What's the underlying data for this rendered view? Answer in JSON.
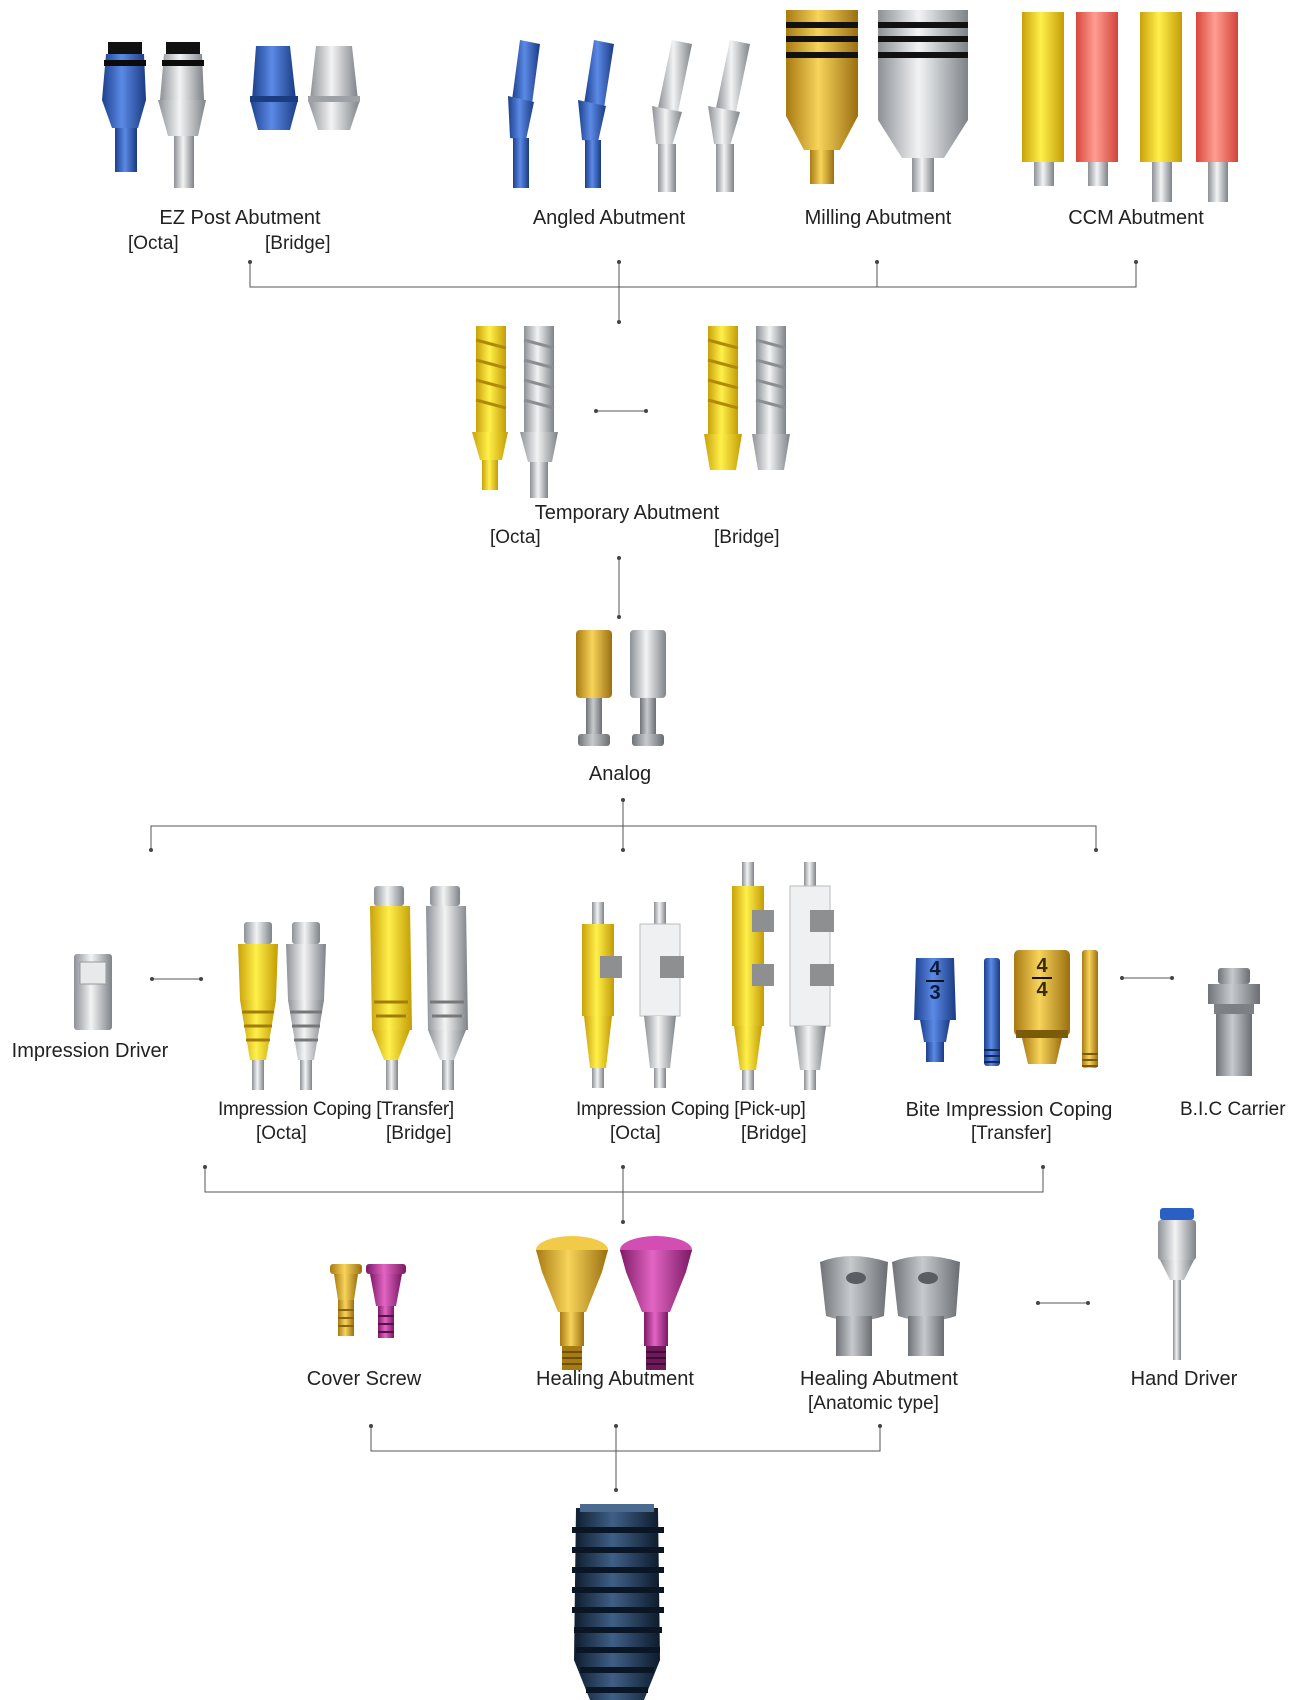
{
  "labels": {
    "ez_post": "EZ Post Abutment",
    "ez_octa": "[Octa]",
    "ez_bridge": "[Bridge]",
    "angled": "Angled Abutment",
    "milling": "Milling Abutment",
    "ccm": "CCM Abutment",
    "temporary": "Temporary Abutment",
    "temp_octa": "[Octa]",
    "temp_bridge": "[Bridge]",
    "analog": "Analog",
    "impression_driver": "Impression Driver",
    "ic_transfer": "Impression Coping [Transfer]",
    "ic_transfer_octa": "[Octa]",
    "ic_transfer_bridge": "[Bridge]",
    "ic_pickup": "Impression Coping [Pick-up]",
    "ic_pickup_octa": "[Octa]",
    "ic_pickup_bridge": "[Bridge]",
    "bite": "Bite Impression Coping",
    "bite_sub": "[Transfer]",
    "bic": "B.I.C Carrier",
    "cover": "Cover Screw",
    "healing": "Healing Abutment",
    "healing_anat": "Healing Abutment",
    "healing_anat_sub": "[Anatomic type]",
    "hand_driver": "Hand Driver",
    "bite_mark_1_top": "4",
    "bite_mark_1_bottom": "3",
    "bite_mark_2_top": "4",
    "bite_mark_2_bottom": "4"
  },
  "colors": {
    "blue": "#2a5fc4",
    "silver": "#c9cccf",
    "gold": "#e2b62a",
    "yellow": "#f2d21a",
    "coral": "#ee6b5e",
    "magenta": "#c23a9e",
    "implant": "#1f3550",
    "line": "#555555"
  }
}
